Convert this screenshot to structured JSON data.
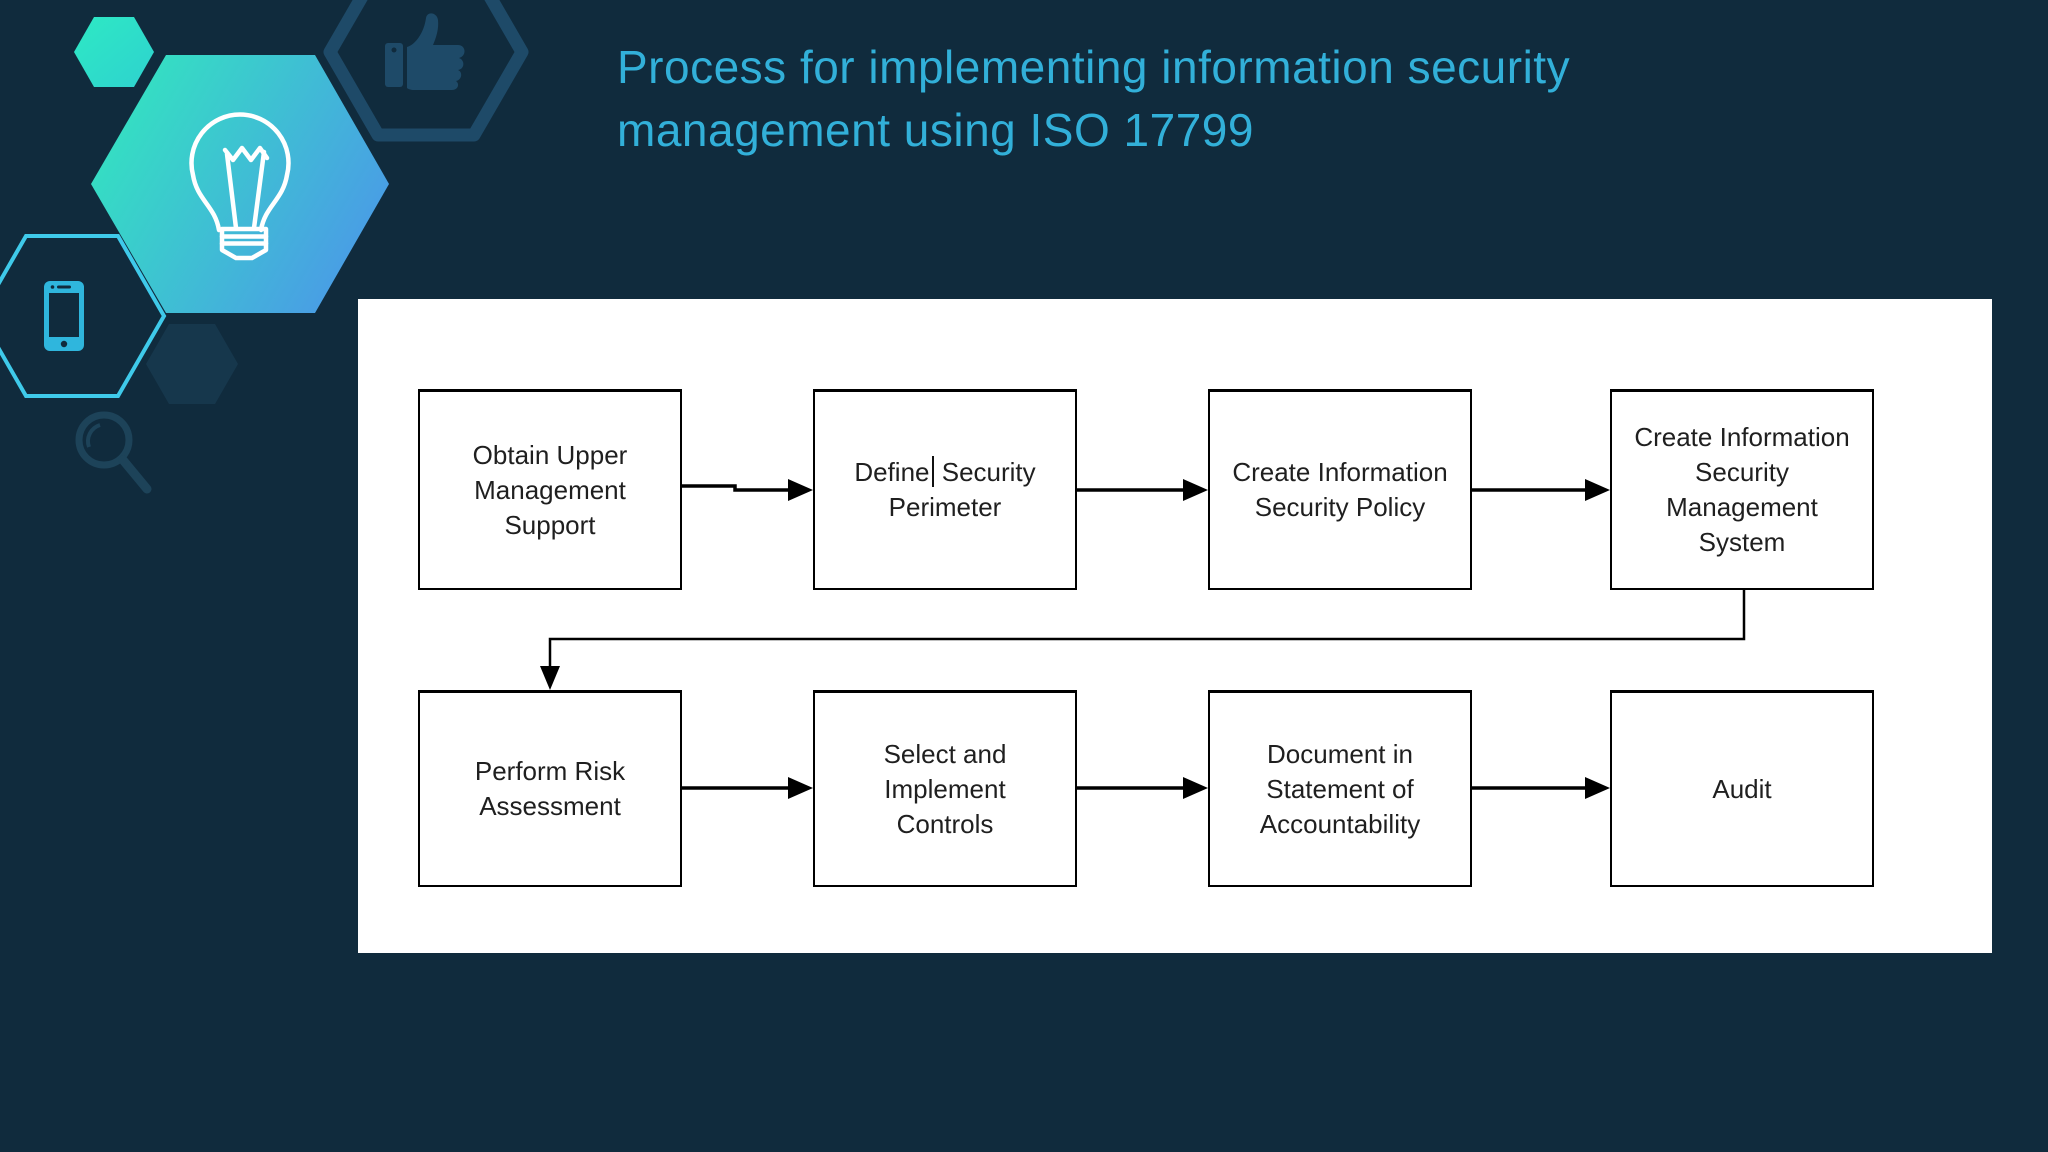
{
  "slide": {
    "title": "Process for implementing information security\nmanagement using ISO 17799",
    "title_color": "#32b0d9",
    "background_color": "#102b3d",
    "panel_color": "#ffffff"
  },
  "decorations": {
    "icons": [
      "lightbulb-icon",
      "thumbs-up-icon",
      "smartphone-icon",
      "magnifier-icon"
    ],
    "hexagon_gradient_start": "#2de9c4",
    "hexagon_gradient_end": "#4b98e8",
    "outline_cyan": "#3fcaea",
    "muted_blue": "#1e4a68"
  },
  "flow": {
    "arrow_color": "#000000",
    "boxes": [
      {
        "label": "Obtain Upper\nManagement\nSupport"
      },
      {
        "before": "Define",
        "after": " Security\nPerimeter",
        "caret": true
      },
      {
        "label": "Create Information\nSecurity Policy"
      },
      {
        "label": "Create Information\nSecurity\nManagement\nSystem"
      },
      {
        "label": "Perform Risk\nAssessment"
      },
      {
        "label": "Select and\nImplement\nControls"
      },
      {
        "label": "Document in\nStatement of\nAccountability"
      },
      {
        "label": "Audit"
      }
    ]
  }
}
